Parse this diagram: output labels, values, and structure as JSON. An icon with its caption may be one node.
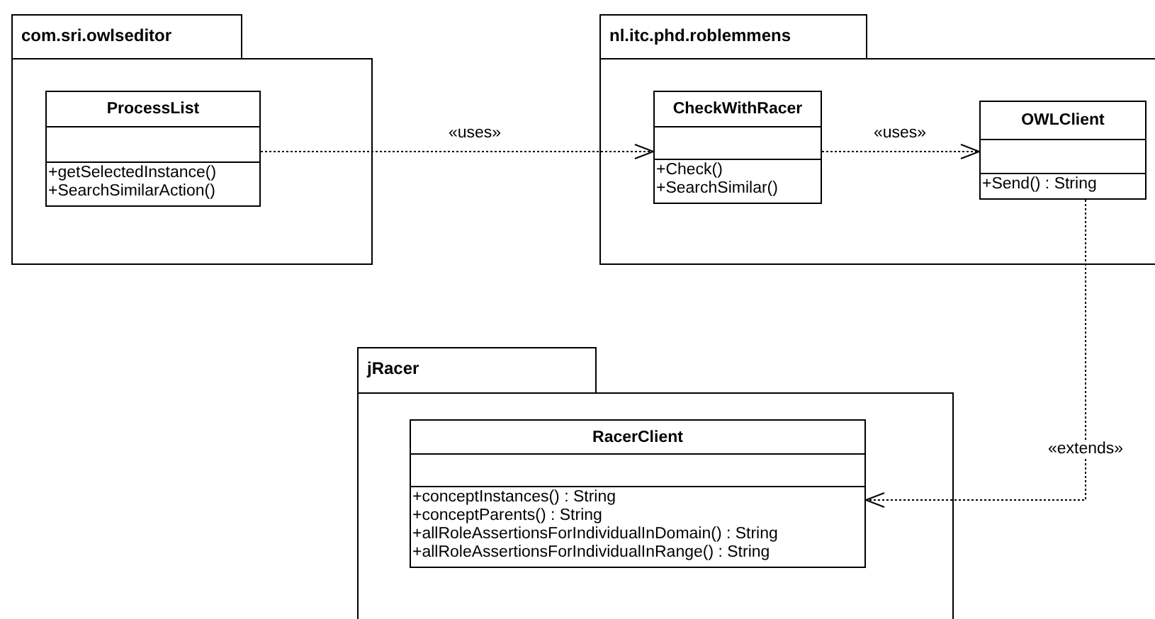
{
  "diagram": {
    "nodes": [
      {
        "text": [
          "com.sri.owlseditor"
        ]
      },
      {
        "text": [
          "ProcessList",
          "+getSelectedInstance()",
          "+SearchSimilarAction()"
        ],
        "in": 0
      },
      {
        "text": [
          "nl.itc.phd.roblemmens"
        ]
      },
      {
        "text": [
          "CheckWithRacer",
          "+Check()",
          "+SearchSimilar()"
        ],
        "in": 2
      },
      {
        "text": [
          "OWLClient",
          "+Send() : String"
        ],
        "in": 2
      },
      {
        "text": [
          "jRacer"
        ]
      },
      {
        "text": [
          "RacerClient",
          "+conceptInstances() : String",
          "+conceptParents() : String",
          "+allRoleAssertionsForIndividualInDomain() : String",
          "+allRoleAssertionsForIndividualInRange() : String"
        ],
        "in": 5
      }
    ],
    "edges": [
      {
        "from": 1,
        "to": 3,
        "arrow": "to",
        "label": "«uses»",
        "style": "dashed"
      },
      {
        "from": 3,
        "to": 4,
        "arrow": "to",
        "label": "«uses»",
        "style": "dashed"
      },
      {
        "from": 4,
        "to": 6,
        "arrow": "to",
        "label": "«extends»",
        "style": "dashed"
      }
    ]
  }
}
